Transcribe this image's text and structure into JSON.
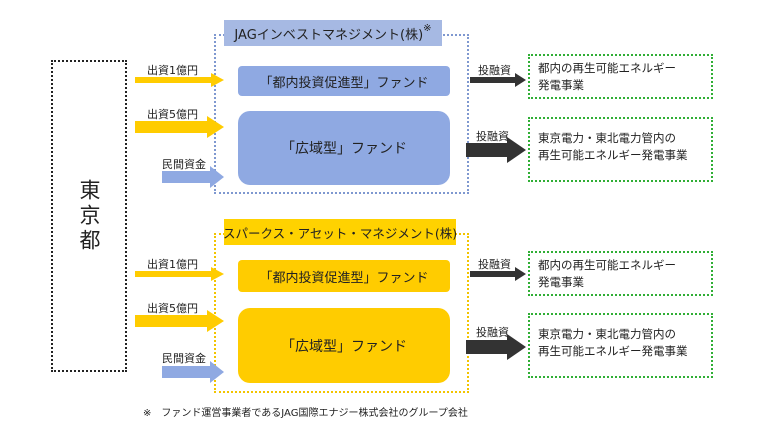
{
  "tokyo": "東京都",
  "groups": [
    {
      "title": "JAGインベストマネジメント(株)",
      "title_mark": "※",
      "fund_small": "「都内投資促進型」ファンド",
      "fund_big": "「広域型」ファンド",
      "in_labels": [
        "出資1億円",
        "出資5億円",
        "民間資金"
      ],
      "out_labels": [
        "投融資",
        "投融資"
      ],
      "targets": [
        [
          "都内の再生可能エネルギー",
          "発電事業"
        ],
        [
          "東京電力・東北電力管内の",
          "再生可能エネルギー発電事業"
        ]
      ]
    },
    {
      "title": "スパークス・アセット・マネジメント(株)",
      "title_mark": "",
      "fund_small": "「都内投資促進型」ファンド",
      "fund_big": "「広域型」ファンド",
      "in_labels": [
        "出資1億円",
        "出資5億円",
        "民間資金"
      ],
      "out_labels": [
        "投融資",
        "投融資"
      ],
      "targets": [
        [
          "都内の再生可能エネルギー",
          "発電事業"
        ],
        [
          "東京電力・東北電力管内の",
          "再生可能エネルギー発電事業"
        ]
      ]
    }
  ],
  "note": "※　ファンド運営事業者であるJAG国際エナジー株式会社のグループ会社",
  "colors": {
    "blue_fund": "#8fa9e2",
    "blue_title": "#a6b9e3",
    "yellow_fund": "#ffcc00",
    "yellow_arrow": "#ffcc00",
    "private_arrow": "#8fa9e2",
    "dark_arrow": "#333333",
    "target_border": "#2fae35"
  }
}
